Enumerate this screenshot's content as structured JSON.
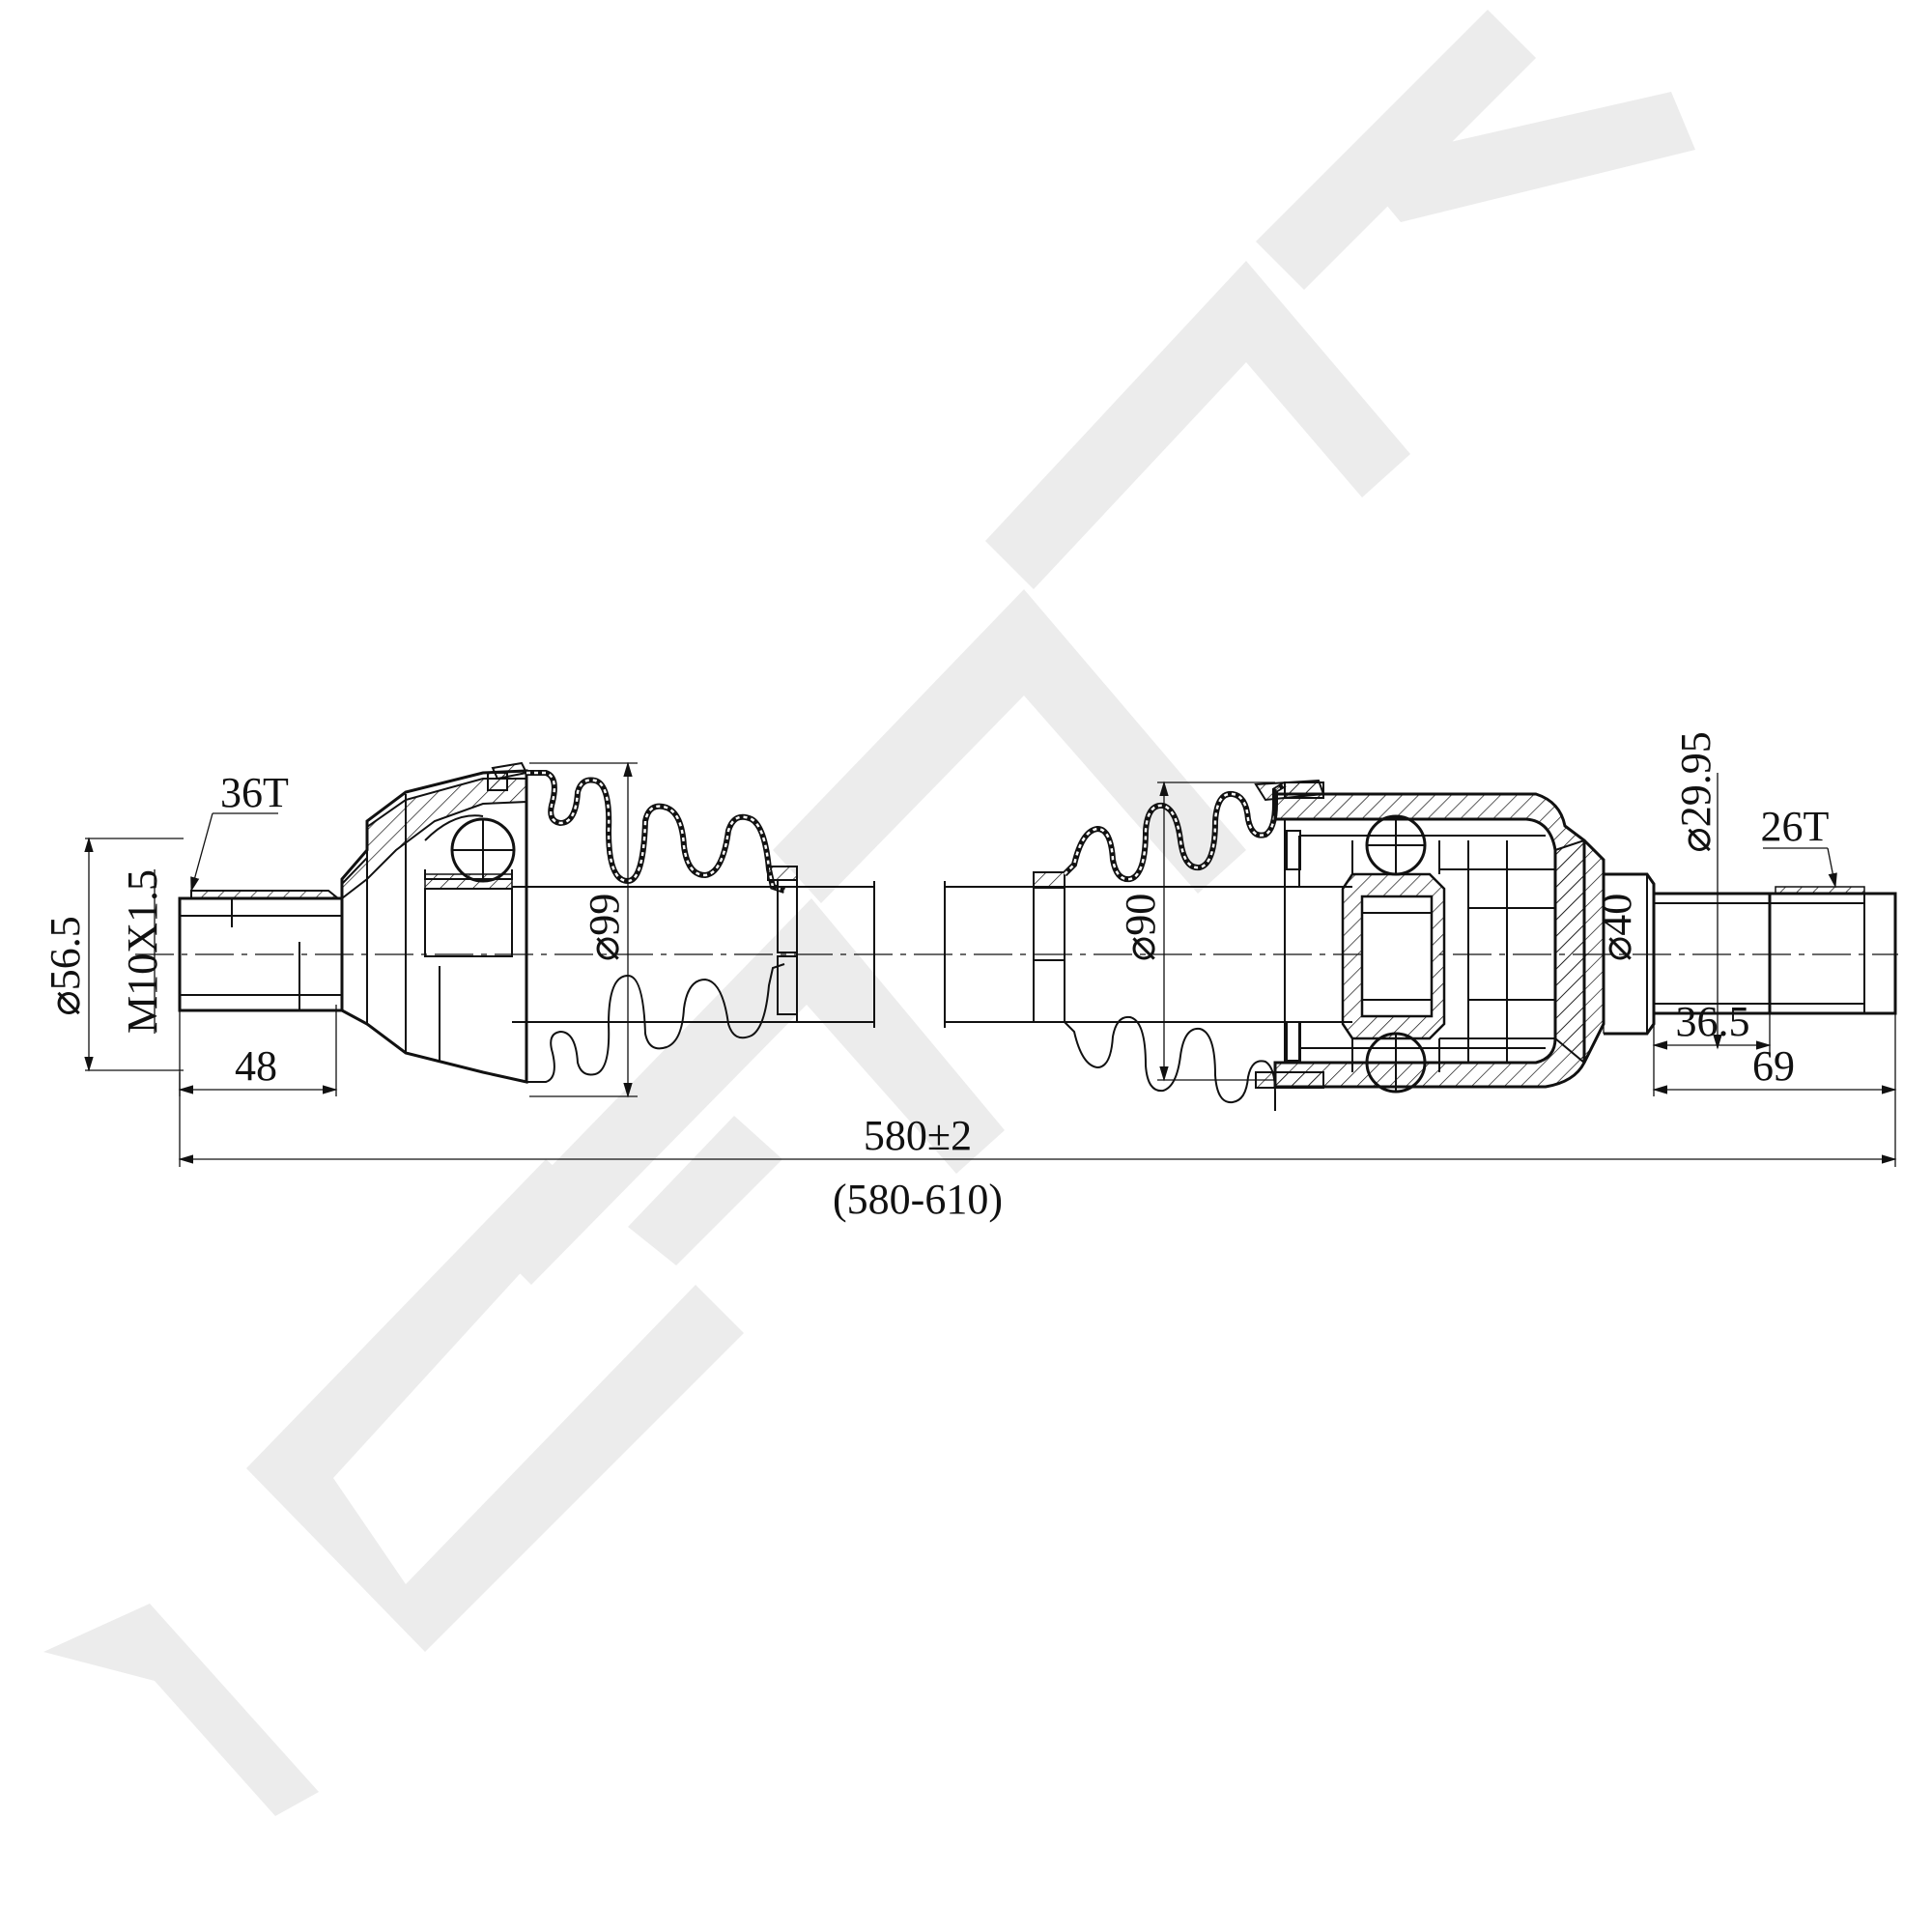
{
  "watermark": {
    "text": "ZENNEK",
    "color": "#ececec"
  },
  "drawing": {
    "line_color": "#111111",
    "spline_outer": "36T",
    "diameter_outer_joint": "⌀56.5",
    "thread": "M10X1.5",
    "length_stub_outer": "48",
    "boot_outer_diameter": "⌀99",
    "boot_inner_diameter": "⌀90",
    "housing_inner_diameter": "⌀40",
    "diameter_inner_stub": "⌀29.95",
    "spline_inner": "26T",
    "length_inner_spline": "36.5",
    "length_inner_stub": "69",
    "overall_length": "580±2",
    "length_range": "(580-610)"
  }
}
